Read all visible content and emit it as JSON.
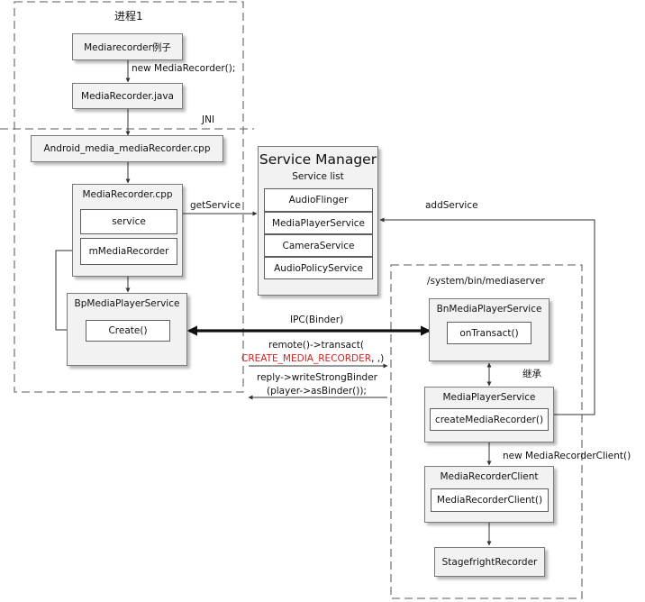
{
  "process1": {
    "title": "进程1",
    "example": "Mediarecorder例子",
    "new_recorder": "new MediaRecorder();",
    "java": "MediaRecorder.java"
  },
  "jni": "JNI",
  "native": {
    "jni_cpp": "Android_media_mediaRecorder.cpp",
    "recorder_cpp": "MediaRecorder.cpp",
    "service": "service",
    "mrecorder": "mMediaRecorder",
    "bp_player": "BpMediaPlayerService",
    "create": "Create()"
  },
  "service_manager": {
    "title": "Service Manager",
    "list_label": "Service list",
    "items": [
      "AudioFlinger",
      "MediaPlayerService",
      "CameraService",
      "AudioPolicyService"
    ]
  },
  "links": {
    "get_service": "getService",
    "add_service": "addService",
    "ipc": "IPC(Binder)",
    "remote_transact": "remote()->transact(",
    "create_code": "CREATE_MEDIA_RECORDER",
    "create_code_tail": ", ,)",
    "reply_line1": "reply->writeStrongBinder",
    "reply_line2": "(player->asBinder());",
    "inherit": "继承",
    "new_client": "new MediaRecorderClient()"
  },
  "mediaserver": {
    "path": "/system/bin/mediaserver",
    "bn_player": "BnMediaPlayerService",
    "on_transact": "onTransact()",
    "player_service": "MediaPlayerService",
    "create_recorder": "createMediaRecorder()",
    "client": "MediaRecorderClient",
    "client_ctor": "MediaRecorderClient()",
    "stagefright": "StagefrightRecorder"
  },
  "colors": {
    "highlight_red": "#d42020",
    "box_fill": "#f2f2f2",
    "border": "#7a7a7a"
  }
}
